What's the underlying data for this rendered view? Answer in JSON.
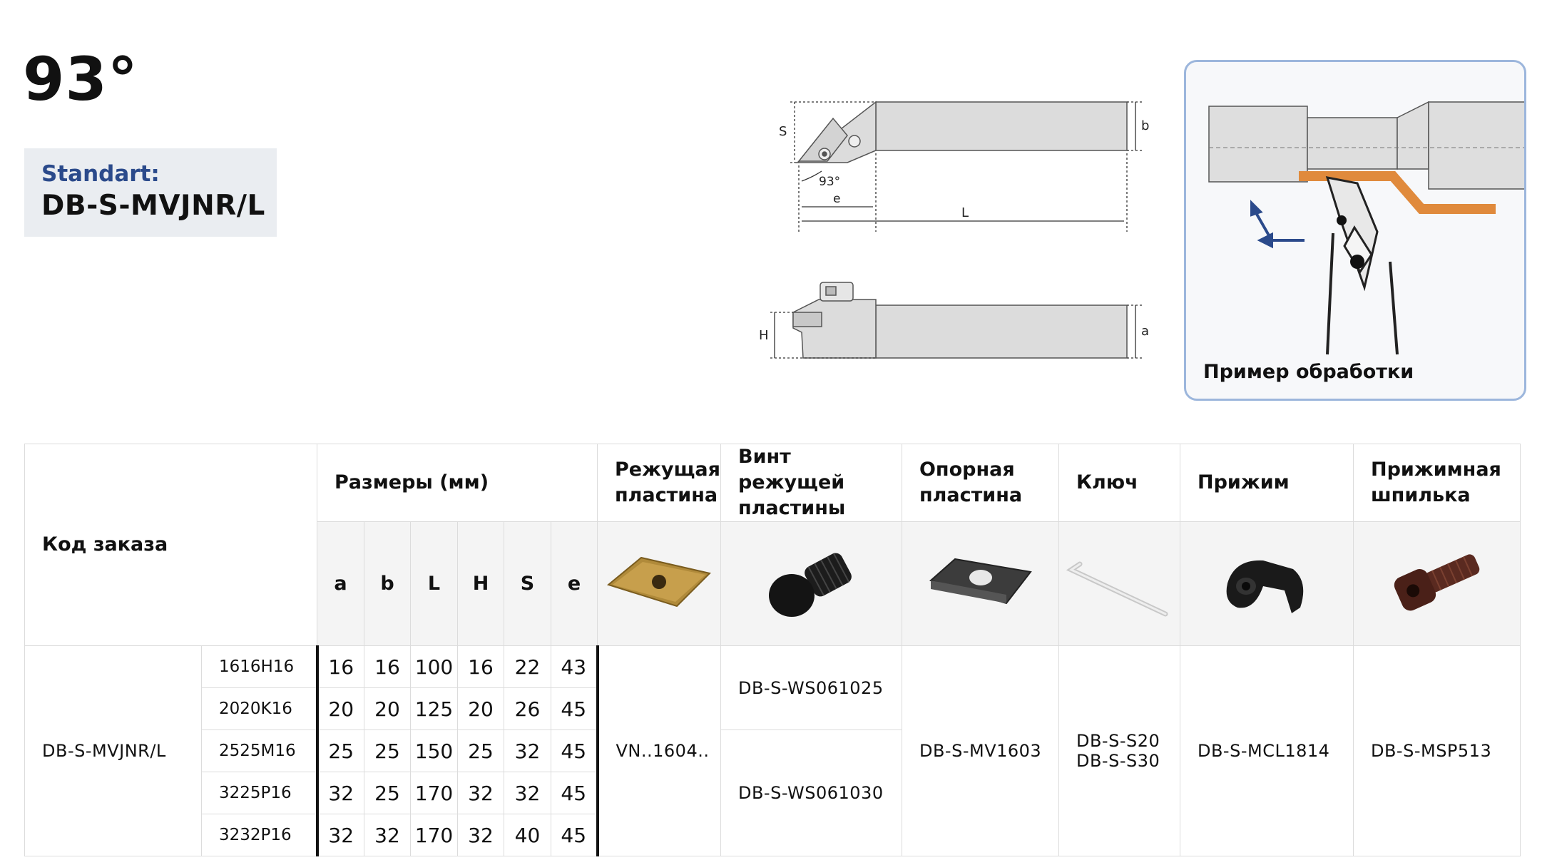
{
  "header": {
    "angle_title": "93°",
    "standard_label": "Standart:",
    "standard_code": "DB-S-MVJNR/L"
  },
  "drawing": {
    "labels": {
      "S": "S",
      "b": "b",
      "angle": "93°",
      "e": "e",
      "L": "L",
      "H": "H",
      "a": "a"
    }
  },
  "example": {
    "label": "Пример обработки"
  },
  "table": {
    "headers": {
      "order_code": "Код заказа",
      "dimensions": "Размеры (мм)",
      "insert": "Режущая пластина",
      "insert_screw": "Винт режущей пластины",
      "shim": "Опорная пластина",
      "key": "Ключ",
      "clamp": "Прижим",
      "clamp_pin": "Прижимная шпилька"
    },
    "dim_columns": [
      "a",
      "b",
      "L",
      "H",
      "S",
      "e"
    ],
    "order_code": "DB-S-MVJNR/L",
    "rows": [
      {
        "size": "1616H16",
        "a": "16",
        "b": "16",
        "L": "100",
        "H": "16",
        "S": "22",
        "e": "43"
      },
      {
        "size": "2020K16",
        "a": "20",
        "b": "20",
        "L": "125",
        "H": "20",
        "S": "26",
        "e": "45"
      },
      {
        "size": "2525M16",
        "a": "25",
        "b": "25",
        "L": "150",
        "H": "25",
        "S": "32",
        "e": "45"
      },
      {
        "size": "3225P16",
        "a": "32",
        "b": "25",
        "L": "170",
        "H": "32",
        "S": "32",
        "e": "45"
      },
      {
        "size": "3232P16",
        "a": "32",
        "b": "32",
        "L": "170",
        "H": "32",
        "S": "40",
        "e": "45"
      }
    ],
    "insert": "VN..1604..",
    "insert_screw_1": "DB-S-WS061025",
    "insert_screw_2": "DB-S-WS061030",
    "shim": "DB-S-MV1603",
    "key_1": "DB-S-S20",
    "key_2": "DB-S-S30",
    "clamp": "DB-S-MCL1814",
    "clamp_pin": "DB-S-MSP513"
  },
  "colors": {
    "accent_blue": "#2b4a8b",
    "box_border": "#9cb6dc",
    "chip_orange": "#e08a3c"
  }
}
